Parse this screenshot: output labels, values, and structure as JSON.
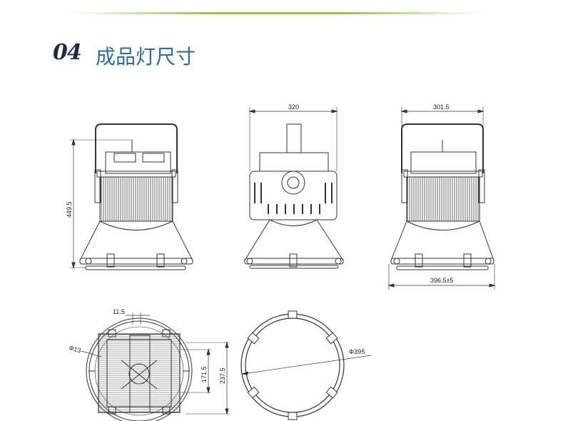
{
  "header": {
    "section_number": "04",
    "section_title": "成品灯尺寸"
  },
  "dimensions": {
    "front_height": "449.5",
    "side_width": "320",
    "rear_width": "301.5",
    "rear_base": "396.5±5",
    "bottom_offset": "11.5",
    "hole": "Φ13",
    "inner": "171.5",
    "outer": "237.5",
    "ring": "Φ395"
  },
  "colors": {
    "accent_line": "#8dc63f",
    "title": "#2a6ab0",
    "drawing": "#333333"
  }
}
